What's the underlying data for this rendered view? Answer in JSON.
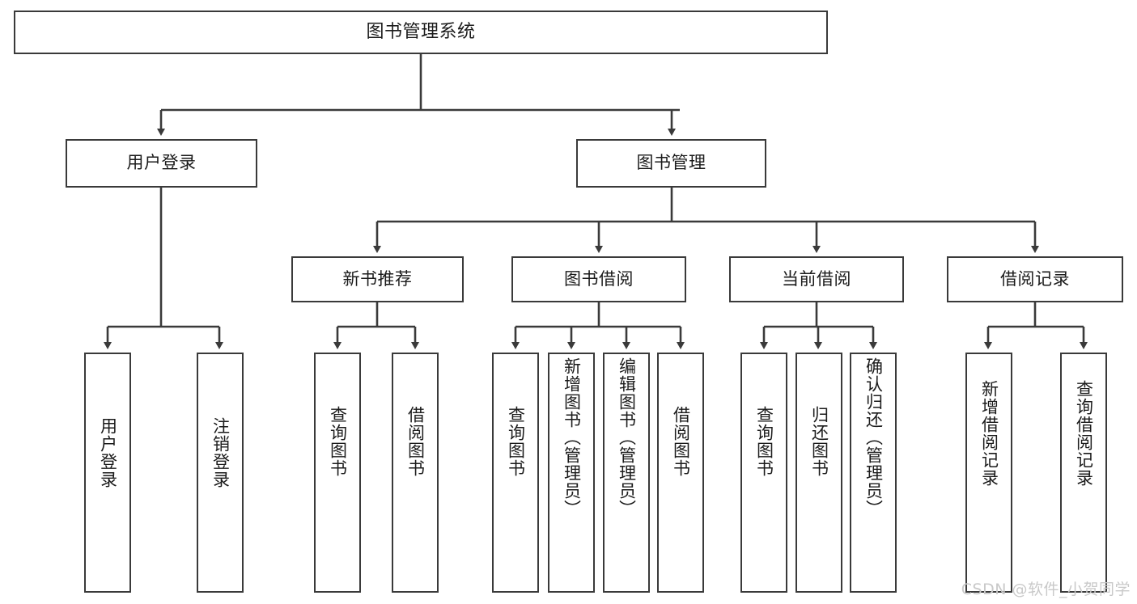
{
  "diagram": {
    "title": "图书管理系统",
    "type": "tree-hierarchy",
    "stroke_color": "#3a3a3a",
    "fill_color": "#ffffff",
    "text_color": "#1b1b1b"
  },
  "root": {
    "label": "图书管理系统"
  },
  "level2": [
    {
      "label": "用户登录"
    },
    {
      "label": "图书管理"
    }
  ],
  "level3": [
    {
      "label": "新书推荐"
    },
    {
      "label": "图书借阅"
    },
    {
      "label": "当前借阅"
    },
    {
      "label": "借阅记录"
    }
  ],
  "leaves": {
    "user_login": [
      {
        "label": "用户登录"
      },
      {
        "label": "注销登录"
      }
    ],
    "new_book": [
      {
        "label": "查询图书"
      },
      {
        "label": "借阅图书"
      }
    ],
    "book_borrow": [
      {
        "label": "查询图书"
      },
      {
        "label": "新增图书（管理员）"
      },
      {
        "label": "编辑图书（管理员）"
      },
      {
        "label": "借阅图书"
      }
    ],
    "current_borrow": [
      {
        "label": "查询图书"
      },
      {
        "label": "归还图书"
      },
      {
        "label": "确认归还（管理员）"
      }
    ],
    "borrow_record": [
      {
        "label": "新增借阅记录"
      },
      {
        "label": "查询借阅记录"
      }
    ]
  },
  "watermark": {
    "text": "CSDN @软件_小贺同学"
  }
}
